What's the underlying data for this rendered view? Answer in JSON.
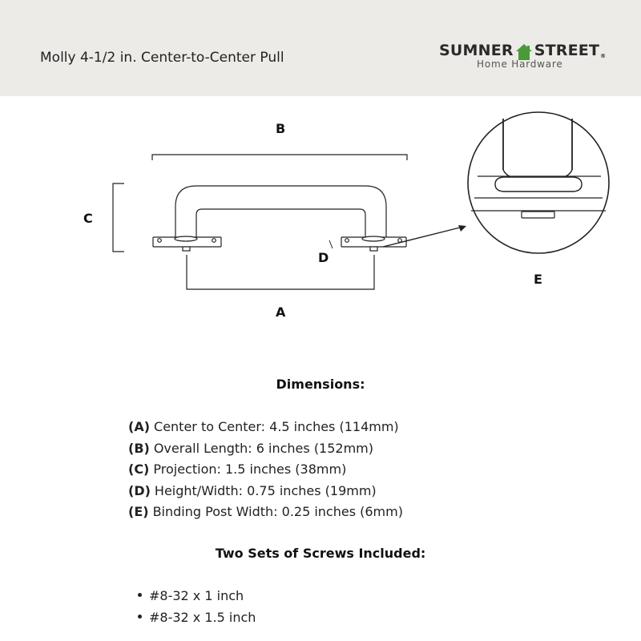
{
  "header": {
    "title": "Molly 4-1/2 in. Center-to-Center Pull",
    "brand": {
      "name_left": "SUMNER",
      "name_right": "STREET",
      "registered": "®",
      "tagline": "Home Hardware",
      "icon": "house-icon",
      "accent_color": "#4a9a3a"
    }
  },
  "diagram": {
    "labels": {
      "a": "A",
      "b": "B",
      "c": "C",
      "d": "D",
      "e": "E"
    }
  },
  "dimensions": {
    "heading": "Dimensions:",
    "items": [
      {
        "key": "(A)",
        "text": "Center to Center: 4.5 inches (114mm)"
      },
      {
        "key": "(B)",
        "text": "Overall Length: 6 inches (152mm)"
      },
      {
        "key": "(C)",
        "text": "Projection: 1.5 inches (38mm)"
      },
      {
        "key": "(D)",
        "text": "Height/Width: 0.75 inches (19mm)"
      },
      {
        "key": "(E)",
        "text": "Binding Post Width: 0.25 inches (6mm)"
      }
    ]
  },
  "screws": {
    "heading": "Two Sets of Screws Included:",
    "items": [
      "#8-32 x 1 inch",
      "#8-32 x 1.5 inch"
    ]
  }
}
